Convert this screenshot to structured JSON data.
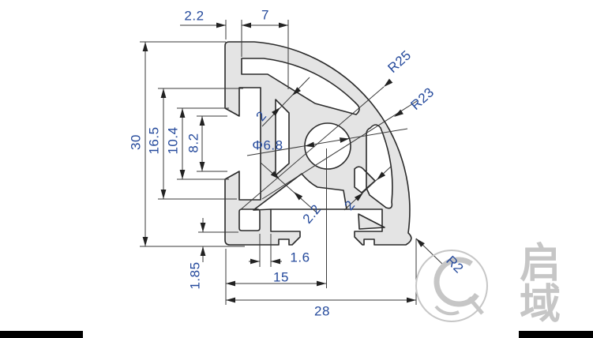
{
  "drawing": {
    "type": "technical-drawing",
    "subject": "30x30 rounded-corner aluminium extrusion profile cross-section",
    "labels": {
      "top_wall": "2.2",
      "top_slot": "7",
      "height": "30",
      "cavity_h": "16.5",
      "opening_outer": "10.4",
      "opening_inner": "8.2",
      "center_bore": "Φ6.8",
      "outer_radius": "R25",
      "inner_radius": "R23",
      "arc_wall": "2",
      "web_wall": "2.2",
      "right_wall": "2",
      "lip_step": "1.6",
      "slot_center": "15",
      "lip_thickness": "1.85",
      "width": "28",
      "corner_radius": "R2"
    }
  },
  "watermark": {
    "brand": "启域",
    "mark": "q-swoosh-logo-icon"
  },
  "colors": {
    "profile_fill": "#e4e4e4",
    "outline": "#2a2a2a",
    "dim_line": "#3a3a3a",
    "dim_text": "#254a9c",
    "watermark": "#c6c6c6",
    "crop_bar": "#000000"
  }
}
